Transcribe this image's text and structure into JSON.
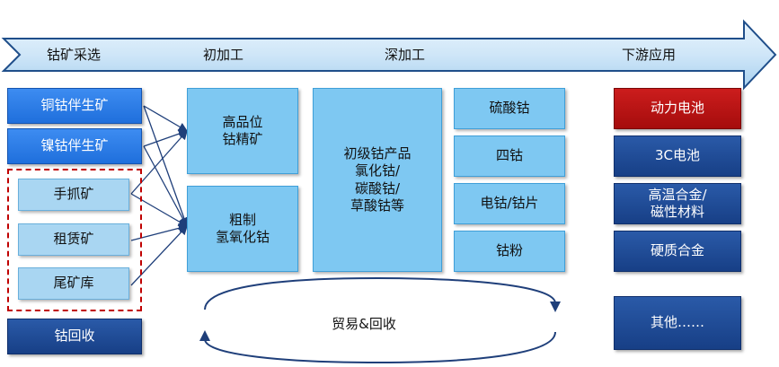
{
  "stages": [
    "钴矿采选",
    "初加工",
    "深加工",
    "下游应用"
  ],
  "sources": {
    "copper_cobalt": "铜钴伴生矿",
    "nickel_cobalt": "镍钴伴生矿",
    "hand_mining": "手抓矿",
    "leased_mine": "租赁矿",
    "tailings": "尾矿库",
    "recycling": "钴回收"
  },
  "primary": {
    "high_grade_line1": "高品位",
    "high_grade_line2": "钴精矿",
    "crude_line1": "粗制",
    "crude_line2": "氢氧化钴"
  },
  "deep": {
    "line1": "初级钴产品",
    "line2": "氯化钴/",
    "line3": "碳酸钴/",
    "line4": "草酸钴等"
  },
  "products": {
    "cobalt_sulfate": "硫酸钴",
    "cobalt_oxide": "四钴",
    "cobalt_metal": "电钴/钴片",
    "cobalt_powder": "钴粉"
  },
  "applications": {
    "power_battery": "动力电池",
    "battery_3c": "3C电池",
    "alloy_line1": "高温合金/",
    "alloy_line2": "磁性材料",
    "hard_alloy": "硬质合金",
    "other": "其他……"
  },
  "cycle_label": "贸易&回收",
  "colors": {
    "arrow_fill": "#cfe6f8",
    "arrow_stroke": "#1f4e8a",
    "dark_blue": "#173f86",
    "mid_blue": "#1f6fdc",
    "light_blue": "#7ec8f2",
    "red": "#a50c0c",
    "dashed_border": "#c00000"
  }
}
